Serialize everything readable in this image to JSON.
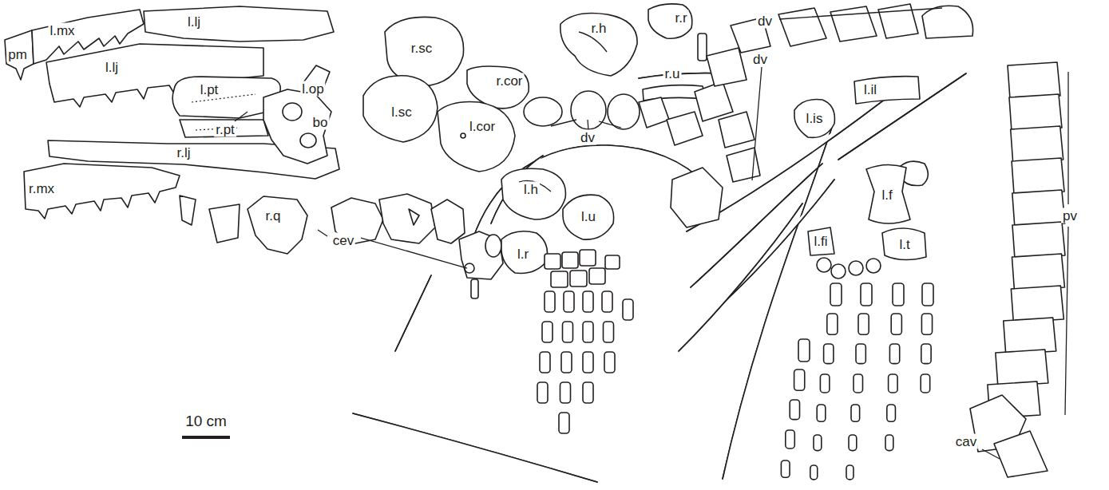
{
  "diagram": {
    "labels": [
      "pm",
      "l.mx",
      "l.lj",
      "l.lj",
      "l.pt",
      "r.pt",
      "l.op",
      "bo",
      "r.lj",
      "r.mx",
      "r.q",
      "cev",
      "r.sc",
      "l.sc",
      "r.cor",
      "l.cor",
      "r.h",
      "r.r",
      "r.u",
      "dv",
      "dv",
      "dv",
      "l.il",
      "l.is",
      "l.h",
      "l.u",
      "l.r",
      "l.f",
      "l.fi",
      "l.t",
      "pv",
      "cav",
      "10 cm"
    ]
  }
}
